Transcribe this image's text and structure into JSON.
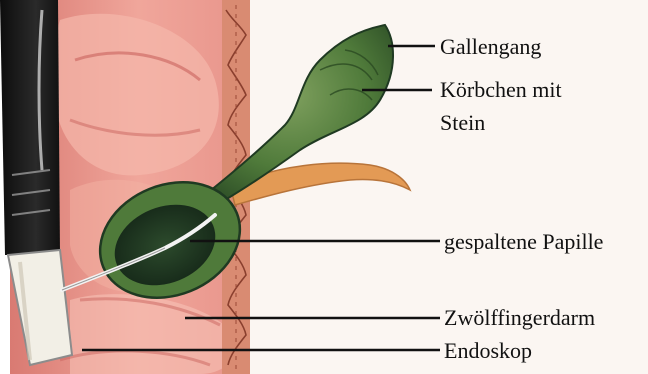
{
  "figure": {
    "labels": {
      "bile_duct": "Gallengang",
      "basket_line1": "Körbchen mit",
      "basket_line2": "Stein",
      "papilla": "gespaltene Papille",
      "duodenum": "Zwölffingerdarm",
      "endoscope": "Endoskop"
    },
    "colors": {
      "intestine": "#e8968c",
      "intestine_highlight": "#f7c2b5",
      "duct": "#4f7a3a",
      "duct_dark": "#1f3a22",
      "pancreatic_duct": "#e39a55",
      "endoscope_body": "#1c1c1c",
      "endoscope_tip": "#f2efe6"
    }
  }
}
